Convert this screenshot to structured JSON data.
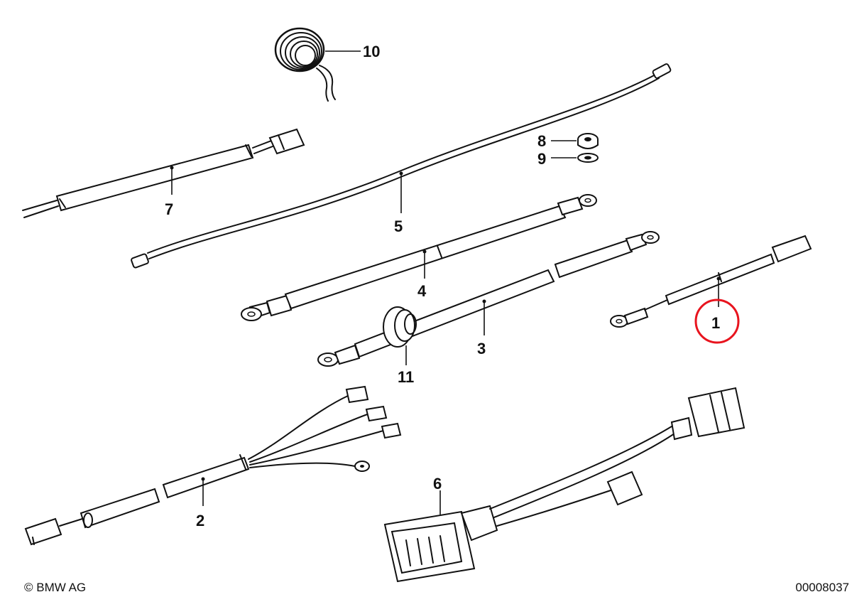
{
  "diagram": {
    "parts": [
      {
        "number": "1",
        "highlighted": true
      },
      {
        "number": "2"
      },
      {
        "number": "3"
      },
      {
        "number": "4"
      },
      {
        "number": "5"
      },
      {
        "number": "6"
      },
      {
        "number": "7"
      },
      {
        "number": "8"
      },
      {
        "number": "9"
      },
      {
        "number": "10"
      },
      {
        "number": "11"
      }
    ],
    "highlight_color": "#e8141e",
    "ink_color": "#111111"
  },
  "footer": {
    "copyright": "© BMW AG",
    "drawing_number": "00008037"
  }
}
